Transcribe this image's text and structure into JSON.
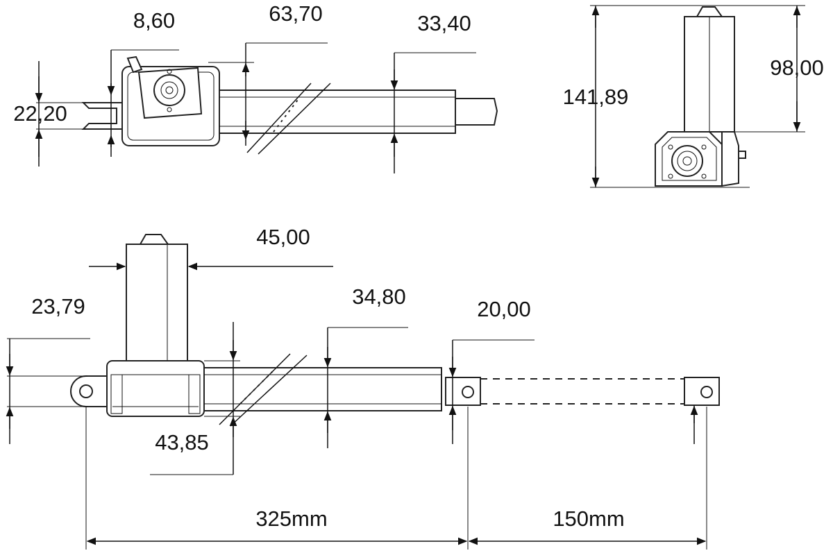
{
  "side_view_top": {
    "dim_body_width": "8,60",
    "dim_housing_height": "63,70",
    "dim_tube_height": "33,40",
    "dim_rod_end": "22,20"
  },
  "end_view": {
    "dim_total_height": "141,89",
    "dim_motor_height": "98,00"
  },
  "side_view_bottom": {
    "dim_motor_width": "45,00",
    "dim_mount_offset": "23,79",
    "dim_tube_height": "34,80",
    "dim_rod_height": "20,00",
    "dim_gear_height": "43,85",
    "dim_retracted_length": "325mm",
    "dim_stroke": "150mm"
  }
}
